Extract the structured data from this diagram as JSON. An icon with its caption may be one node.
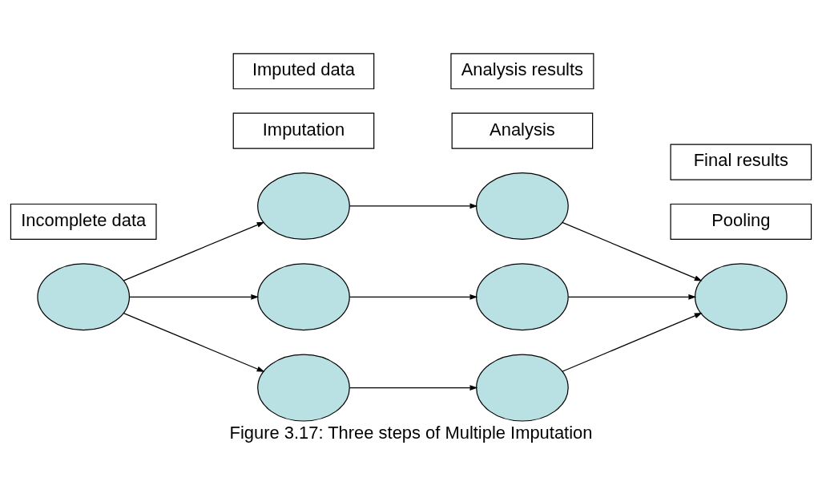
{
  "diagram": {
    "caption": "Figure 3.17: Three steps of Multiple Imputation",
    "nodes": [
      {
        "text": [
          "Imputation"
        ]
      },
      {
        "text": [
          "Analysis"
        ]
      },
      {
        "text": [
          "Pooling"
        ]
      },
      {
        "text": [],
        "shape": "ellipse"
      },
      {
        "text": [],
        "shape": "ellipse"
      },
      {
        "text": [],
        "shape": "ellipse"
      },
      {
        "text": [],
        "shape": "ellipse"
      },
      {
        "text": [],
        "shape": "ellipse"
      },
      {
        "text": [],
        "shape": "ellipse"
      },
      {
        "text": [],
        "shape": "ellipse"
      },
      {
        "text": [],
        "shape": "ellipse"
      },
      {
        "text": [
          "Incomplete data"
        ]
      },
      {
        "text": [
          "Imputed data"
        ]
      },
      {
        "text": [
          "Analysis results"
        ]
      },
      {
        "text": [
          "Final results"
        ]
      }
    ],
    "edges": [
      {
        "from": 3,
        "to": 4,
        "arrow": "to"
      },
      {
        "from": 3,
        "to": 5,
        "arrow": "to"
      },
      {
        "from": 3,
        "to": 6,
        "arrow": "to"
      },
      {
        "from": 4,
        "to": 7,
        "arrow": "to"
      },
      {
        "from": 5,
        "to": 8,
        "arrow": "to"
      },
      {
        "from": 6,
        "to": 9,
        "arrow": "to"
      },
      {
        "from": 7,
        "to": 10,
        "arrow": "to"
      },
      {
        "from": 8,
        "to": 10,
        "arrow": "to"
      },
      {
        "from": 9,
        "to": 10,
        "arrow": "to"
      }
    ]
  }
}
